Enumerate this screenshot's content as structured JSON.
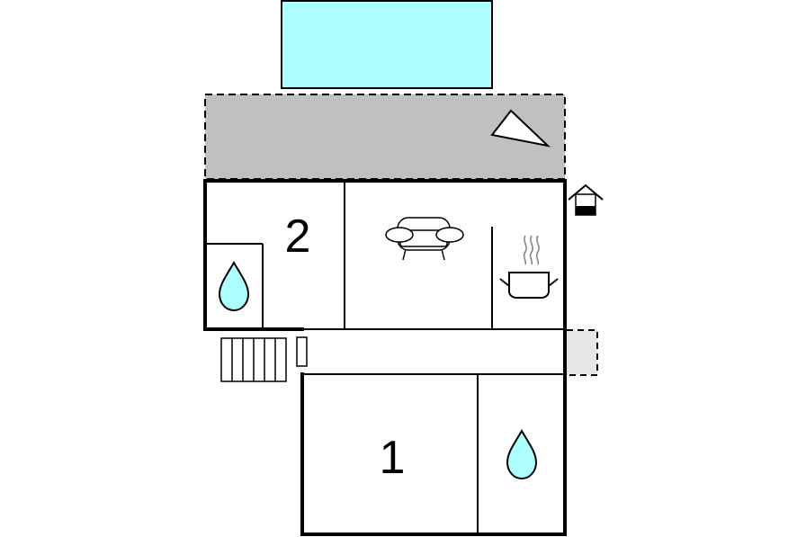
{
  "floor_plan": {
    "rooms": [
      {
        "id": "bedroom-2",
        "label": "2"
      },
      {
        "id": "bedroom-1",
        "label": "1"
      }
    ],
    "icons": {
      "sofa": "sofa-icon",
      "cooking_pot": "cooking-pot-icon",
      "water_drop": "water-drop-icon",
      "entrance": "house-entrance-icon",
      "stairs": "stairs-icon",
      "compass": "north-arrow-icon"
    },
    "colors": {
      "pool": "#adffff",
      "terrace": "#c0c0c0",
      "water": "#adffff",
      "porch": "#e6e6e6",
      "walls": "#000000"
    }
  }
}
